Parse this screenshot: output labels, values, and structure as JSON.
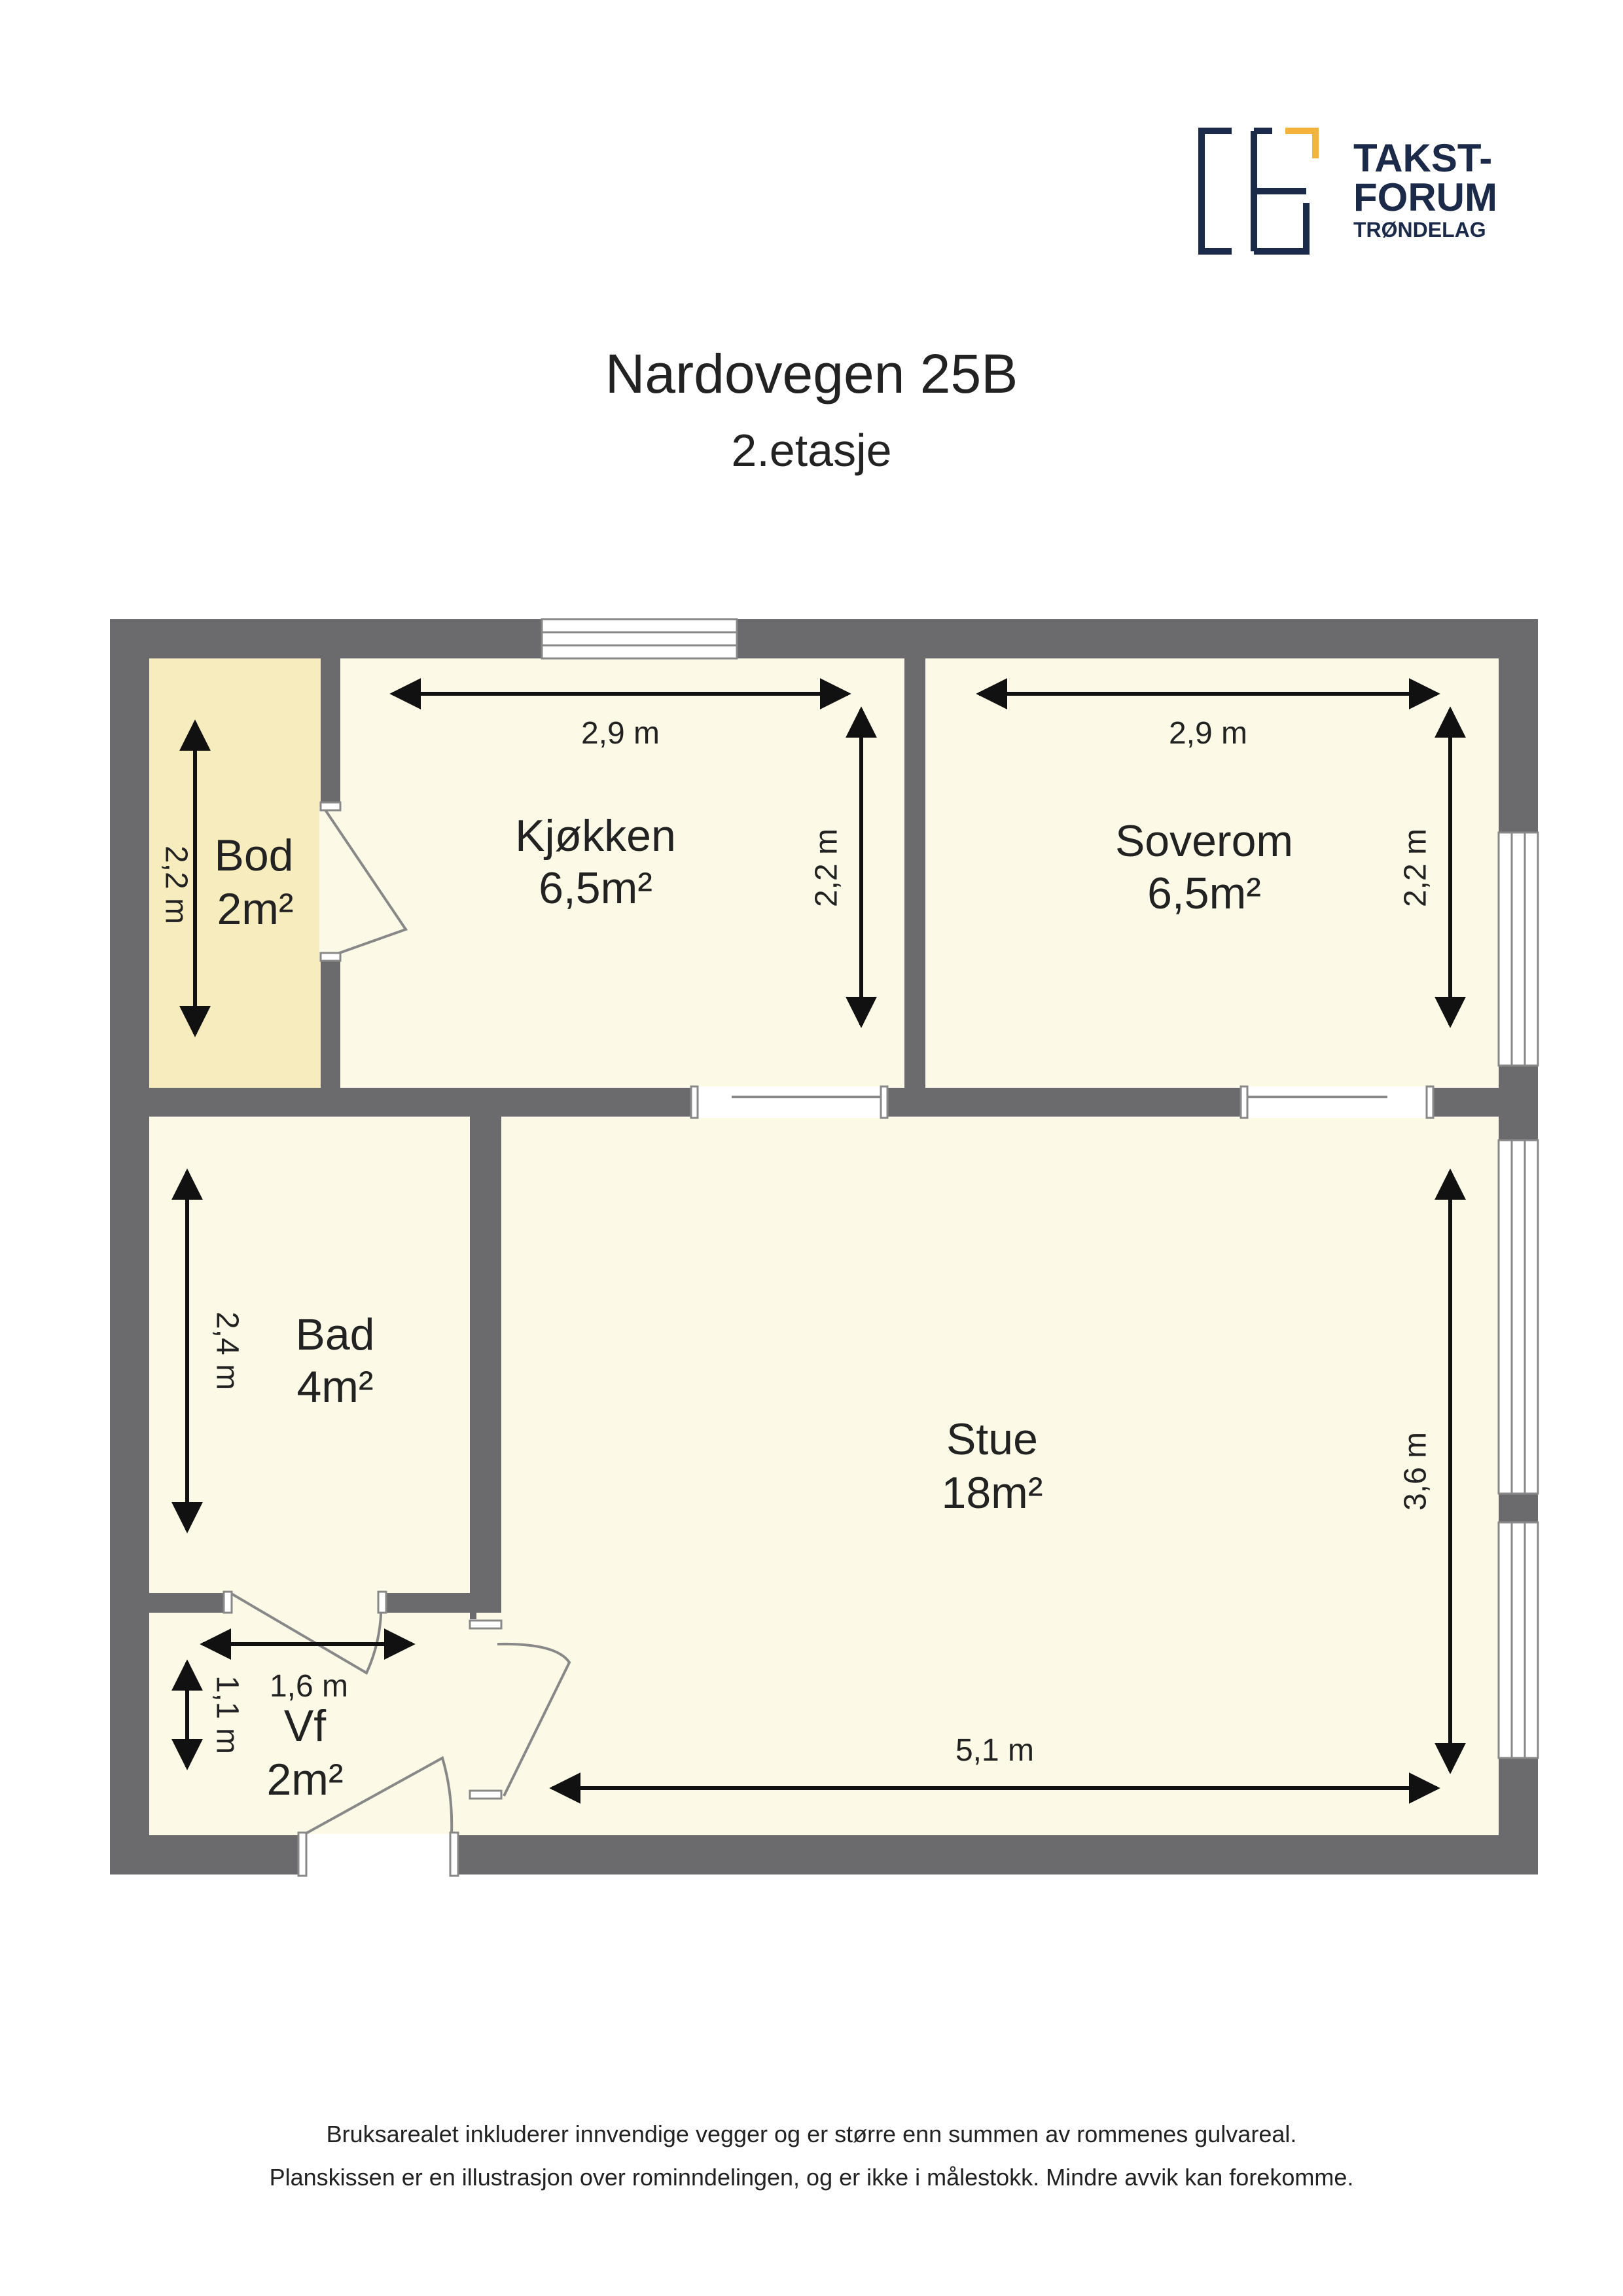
{
  "logo": {
    "line1": "TAKST-",
    "line2": "FORUM",
    "line3": "TRØNDELAG",
    "colors": {
      "navy": "#1b2a49",
      "gold": "#f4b43c"
    }
  },
  "title": "Nardovegen 25B",
  "subtitle": "2.etasje",
  "colors": {
    "wall": "#6b6b6d",
    "room_fill": "#fcfae6",
    "bod_fill": "#f7ecbd"
  },
  "rooms": {
    "bod": {
      "name": "Bod",
      "area": "2m²"
    },
    "kjokken": {
      "name": "Kjøkken",
      "area": "6,5m²"
    },
    "soverom": {
      "name": "Soverom",
      "area": "6,5m²"
    },
    "bad": {
      "name": "Bad",
      "area": "4m²"
    },
    "stue": {
      "name": "Stue",
      "area": "18m²"
    },
    "vf": {
      "name": "Vf",
      "area": "2m²"
    }
  },
  "dimensions": {
    "bod_height": "2,2 m",
    "kjokken_width": "2,9 m",
    "kjokken_height": "2,2 m",
    "soverom_width": "2,9 m",
    "soverom_height": "2,2 m",
    "bad_height": "2,4 m",
    "stue_height": "3,6 m",
    "stue_width": "5,1 m",
    "vf_width": "1,6 m",
    "vf_height": "1,1 m"
  },
  "footer": {
    "line1": "Bruksarealet inkluderer innvendige vegger og er større enn summen av rommenes gulvareal.",
    "line2": "Planskissen er en illustrasjon over rominndelingen, og er ikke i målestokk. Mindre avvik kan forekomme."
  }
}
